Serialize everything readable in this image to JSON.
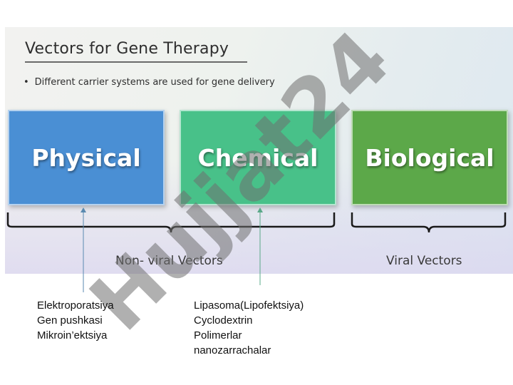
{
  "slide": {
    "title": "Vectors for Gene Therapy",
    "bullet": "Different carrier systems are used for gene delivery",
    "boxes": {
      "physical": "Physical",
      "chemical": "Chemical",
      "biological": "Biological"
    },
    "groups": {
      "non_viral": "Non- viral Vectors",
      "viral": "Viral Vectors"
    }
  },
  "notes": {
    "physical_methods": [
      "Elektroporatsiya",
      "Gen pushkasi",
      "Mikroin’ektsiya"
    ],
    "chemical_methods": [
      "Lipasoma(Lipofektsiya)",
      "Cyclodextrin",
      "Polimerlar",
      "nanozarrachalar"
    ]
  },
  "watermark": {
    "text": "Hujjat24",
    "color": "#707070"
  },
  "colors": {
    "physical": "#4a8fd4",
    "chemical": "#48c189",
    "biological": "#5ca849",
    "arrow": "#5a8ab0"
  }
}
